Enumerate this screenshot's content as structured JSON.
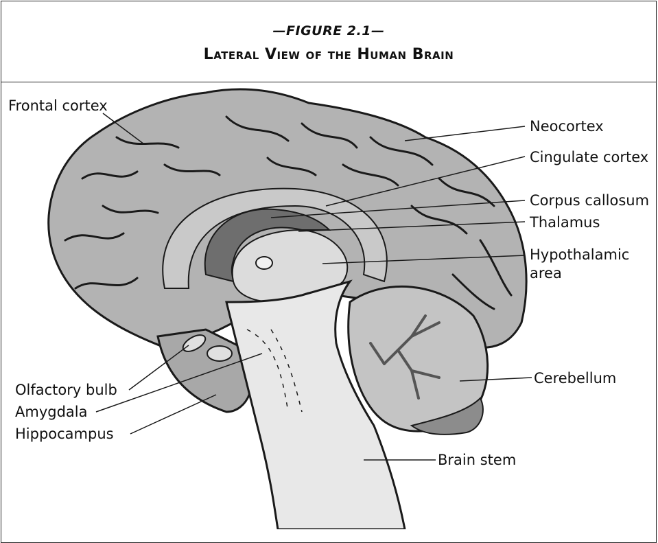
{
  "figure": {
    "number": "—FIGURE 2.1—",
    "title": "Lateral View of the Human Brain"
  },
  "labels": {
    "frontal_cortex": "Frontal cortex",
    "neocortex": "Neocortex",
    "cingulate_cortex": "Cingulate cortex",
    "corpus_callosum": "Corpus callosum",
    "thalamus": "Thalamus",
    "hypothalamic_area_line1": "Hypothalamic",
    "hypothalamic_area_line2": "area",
    "cerebellum": "Cerebellum",
    "olfactory_bulb": "Olfactory bulb",
    "amygdala": "Amygdala",
    "hippocampus": "Hippocampus",
    "brain_stem": "Brain stem"
  },
  "colors": {
    "cortex": "#b3b3b3",
    "cortex_light": "#c9c9c9",
    "corpus_callosum": "#6e6e6e",
    "thalamus_area": "#dcdcdc",
    "brain_stem": "#e8e8e8",
    "cerebellum": "#c4c4c4",
    "outline": "#1a1a1a"
  }
}
